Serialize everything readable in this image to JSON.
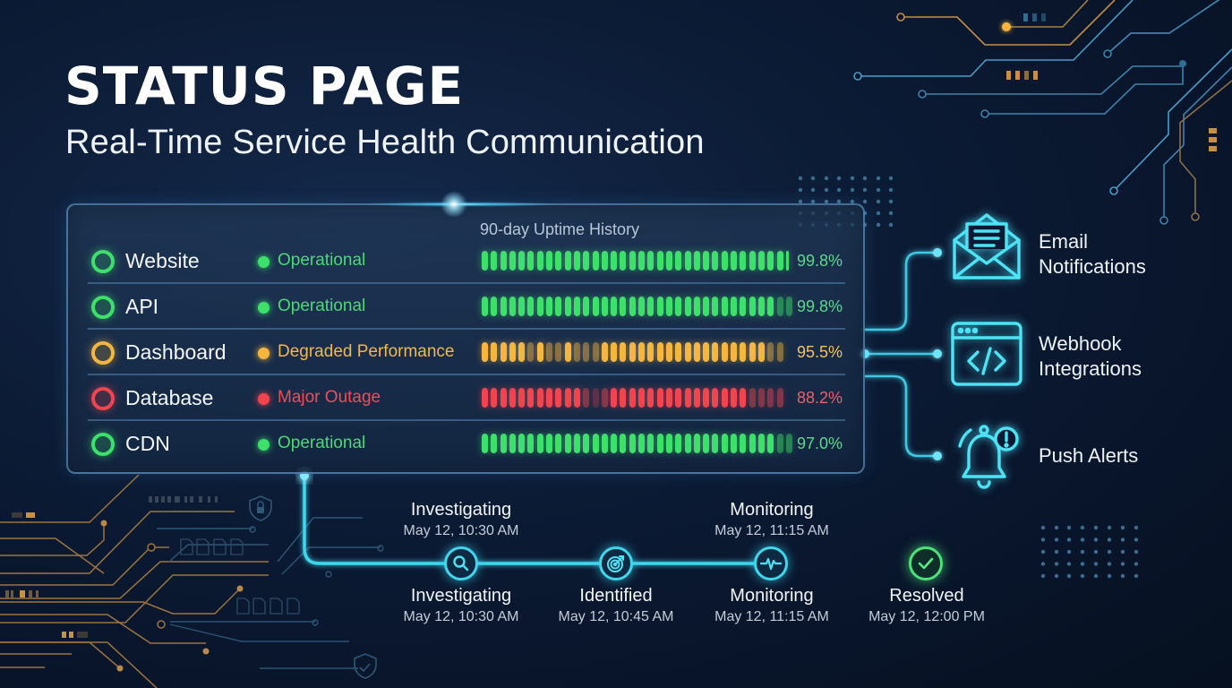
{
  "header": {
    "title": "STATUS PAGE",
    "subtitle": "Real-Time Service Health Communication"
  },
  "panel": {
    "uptime_heading": "90-day Uptime History",
    "services": [
      {
        "name": "Website",
        "status": "Operational",
        "uptime": "99.8%",
        "color": "#3ee06c",
        "text_color": "#4fd67a",
        "pct_color": "#5ad98a",
        "bars": "111111111111111111111111111111111h"
      },
      {
        "name": "API",
        "status": "Operational",
        "uptime": "99.8%",
        "color": "#3ee06c",
        "text_color": "#4fd67a",
        "pct_color": "#5ad98a",
        "bars": "11111111111111111111111111111111dd"
      },
      {
        "name": "Dashboard",
        "status": "Degraded Performance",
        "uptime": "95.5%",
        "color": "#f5b640",
        "text_color": "#f0b850",
        "pct_color": "#f2c067",
        "bars": "11110d1dd1ddd011111111111111111dd"
      },
      {
        "name": "Database",
        "status": "Major Outage",
        "uptime": "88.2%",
        "color": "#f0444f",
        "text_color": "#ee4d5a",
        "pct_color": "#e8616b",
        "bars": "11111111111dxd111111111111111dddd"
      },
      {
        "name": "CDN",
        "status": "Operational",
        "uptime": "97.0%",
        "color": "#3ee06c",
        "text_color": "#4fd67a",
        "pct_color": "#5ad98a",
        "bars": "11111111111111111111111111111111dd"
      }
    ]
  },
  "channels": [
    {
      "icon": "envelope-icon",
      "line1": "Email",
      "line2": "Notifications"
    },
    {
      "icon": "code-window-icon",
      "line1": "Webhook",
      "line2": "Integrations"
    },
    {
      "icon": "bell-alert-icon",
      "line1": "Push Alerts",
      "line2": ""
    }
  ],
  "timeline": {
    "top_labels": [
      {
        "label": "Investigating",
        "time": "May 12, 10:30 AM"
      },
      {
        "label": "Monitoring",
        "time": "May 12, 11:15 AM"
      }
    ],
    "steps": [
      {
        "label": "Investigating",
        "time": "May 12, 10:30 AM",
        "icon": "magnifier-icon"
      },
      {
        "label": "Identified",
        "time": "May 12, 10:45 AM",
        "icon": "target-icon"
      },
      {
        "label": "Monitoring",
        "time": "May 12, 11:15 AM",
        "icon": "pulse-icon"
      },
      {
        "label": "Resolved",
        "time": "May 12, 12:00 PM",
        "icon": "check-icon"
      }
    ]
  },
  "colors": {
    "background": "#0b1a33",
    "accent_cyan": "#3fd6ee",
    "operational": "#3ee06c",
    "degraded": "#f5b640",
    "outage": "#f0444f",
    "circuit_gold": "#c89a55"
  }
}
